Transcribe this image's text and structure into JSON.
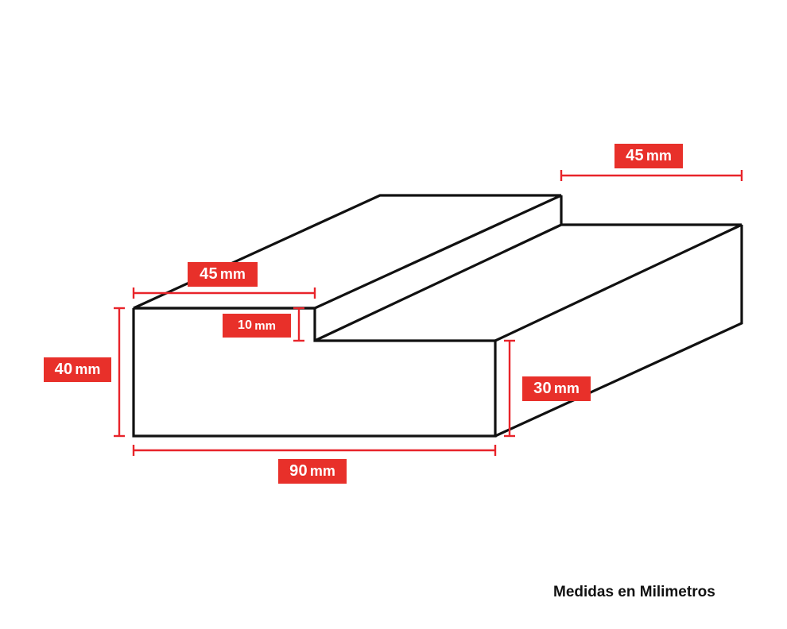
{
  "diagram": {
    "colors": {
      "outline": "#111111",
      "dimension": "#e8242a",
      "label_background": "#e8302a",
      "label_text": "#ffffff",
      "background": "#ffffff"
    },
    "dimensions": {
      "top_right_width": {
        "value": "45",
        "unit": "mm"
      },
      "top_left_width": {
        "value": "45",
        "unit": "mm"
      },
      "step_depth": {
        "value": "10",
        "unit": "mm"
      },
      "total_height": {
        "value": "40",
        "unit": "mm"
      },
      "right_height": {
        "value": "30",
        "unit": "mm"
      },
      "total_width": {
        "value": "90",
        "unit": "mm"
      }
    },
    "caption": "Medidas en Milimetros"
  }
}
